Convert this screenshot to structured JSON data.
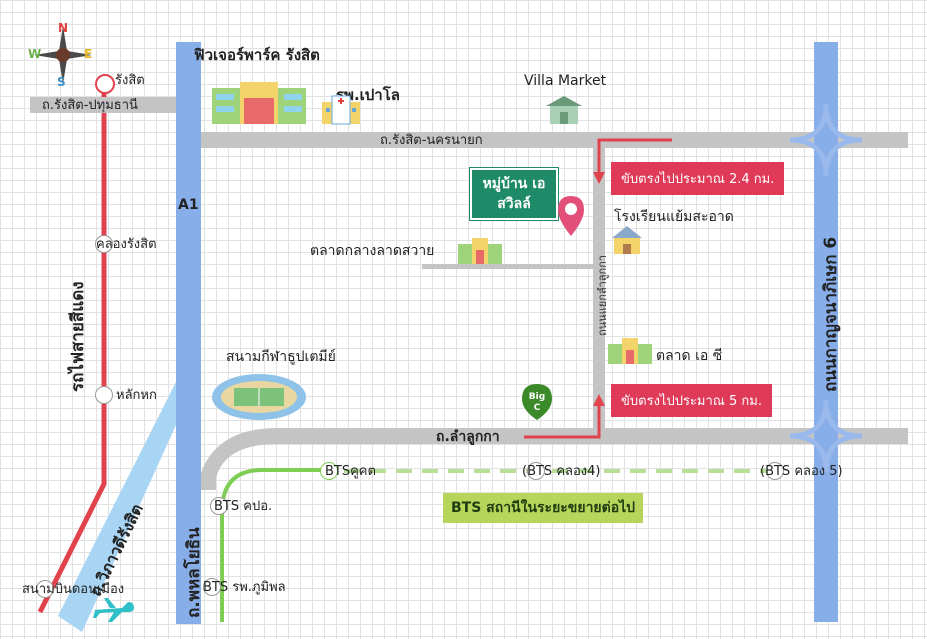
{
  "compass": {
    "n": "N",
    "e": "E",
    "w": "W",
    "s": "S"
  },
  "roads": {
    "rangsit_pathum": "ถ.รังสิต-ปทุมธานี",
    "rangsit_nakhon": "ถ.รังสิต-นครนายก",
    "lamlukka": "ถ.ลำลูกกา",
    "phahonyothin": "ถ.พหลโยธิน",
    "vibhavadi": "ถ.วิภาวดีรังสิต",
    "a1": "A1",
    "outer_ring": "ถนนกาญจนาภิเษก 6",
    "side_soi": "ถนนแยกลำลูกกา"
  },
  "rail": {
    "red_line": "รถไฟสายสีแดง",
    "rangsit": "รังสิต",
    "khlong_rangsit": "คลองรังสิต",
    "lak_hok": "หลักหก",
    "don_mueang": "สนามบินดอนเมือง"
  },
  "places": {
    "future_park": "ฟิวเจอร์พาร์ค รังสิต",
    "paolo": "รพ.เปาโล",
    "villa_market": "Villa Market",
    "village": "หมู่บ้าน เอสวิลล์",
    "school": "โรงเรียนแย้มสะอาด",
    "lat_sawai_market": "ตลาดกลางลาดสวาย",
    "thupatemi": "สนามกีฬาธูปเตมีย์",
    "ac_market": "ตลาด เอ ซี",
    "big_c": "Big C"
  },
  "callouts": {
    "upper": "ขับตรงไปประมาณ 2.4 กม.",
    "lower": "ขับตรงไปประมาณ 5 กม."
  },
  "bts": {
    "khukhot": "BTSคูคต",
    "khlong4": "(BTS คลอง4)",
    "khlong5": "(BTS คลอง 5)",
    "khor_por_or": "BTS คปอ.",
    "bhumibol": "BTS รพ.ภูมิพล",
    "extension": "BTS สถานีในระยะขยายต่อไป"
  }
}
